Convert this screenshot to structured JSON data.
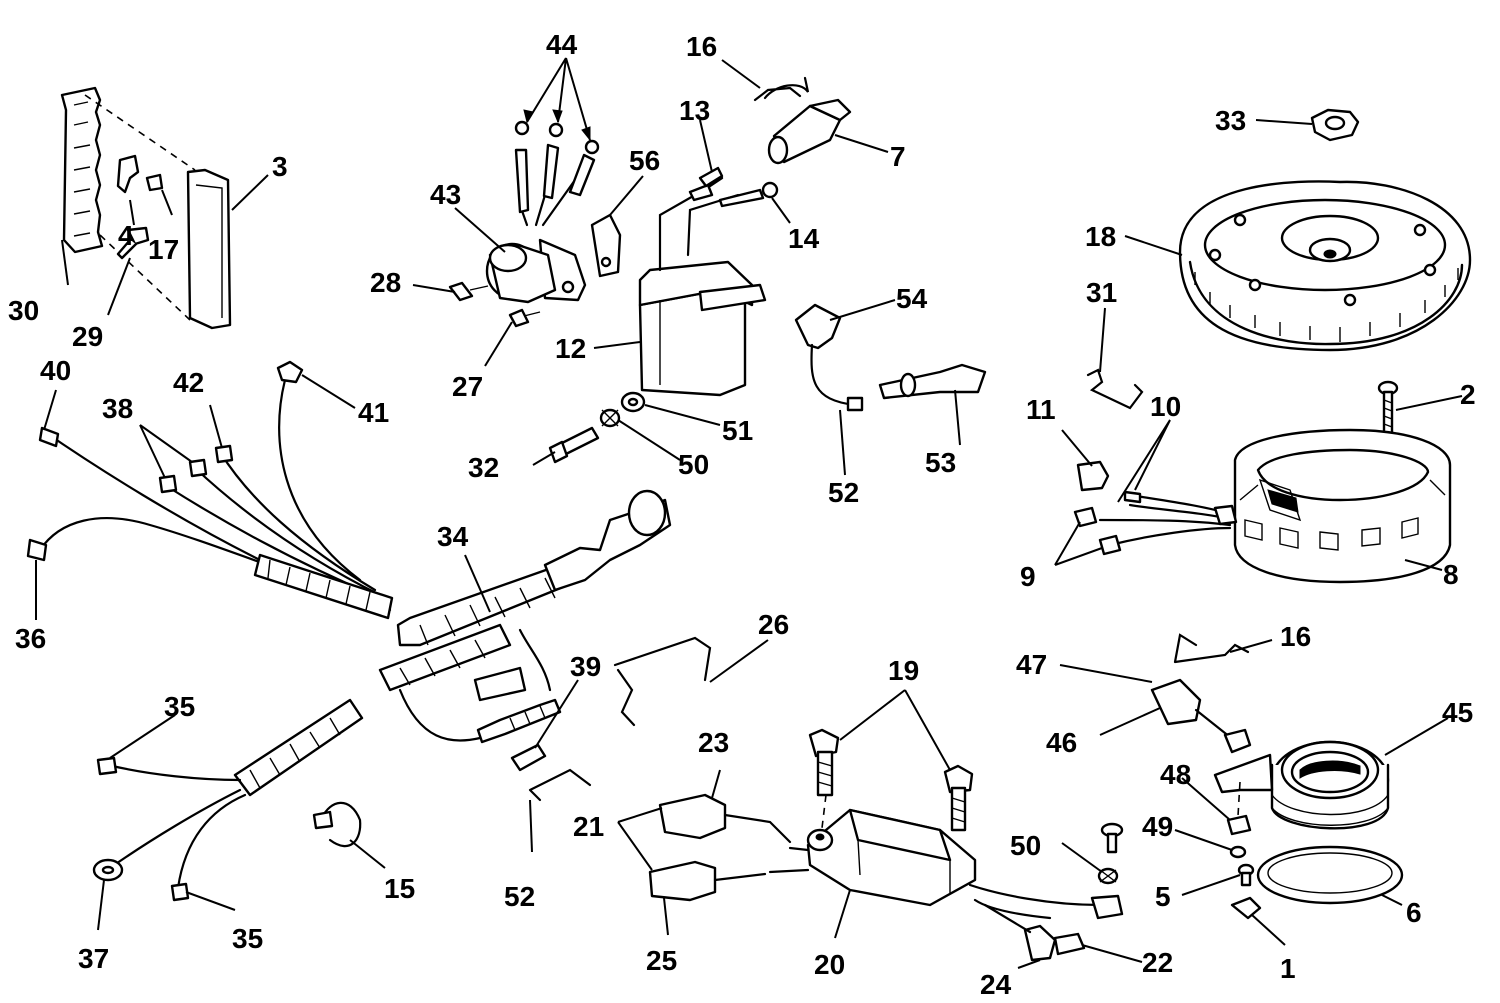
{
  "diagram": {
    "labels": [
      "44",
      "16",
      "13",
      "56",
      "7",
      "3",
      "43",
      "17",
      "4",
      "14",
      "30",
      "28",
      "29",
      "12",
      "54",
      "27",
      "33",
      "18",
      "31",
      "40",
      "41",
      "42",
      "38",
      "51",
      "10",
      "11",
      "2",
      "50",
      "32",
      "52",
      "53",
      "9",
      "8",
      "34",
      "36",
      "26",
      "16",
      "39",
      "19",
      "47",
      "45",
      "35",
      "46",
      "23",
      "48",
      "21",
      "49",
      "50",
      "5",
      "6",
      "52",
      "15",
      "37",
      "35",
      "25",
      "20",
      "22",
      "24",
      "1"
    ]
  }
}
